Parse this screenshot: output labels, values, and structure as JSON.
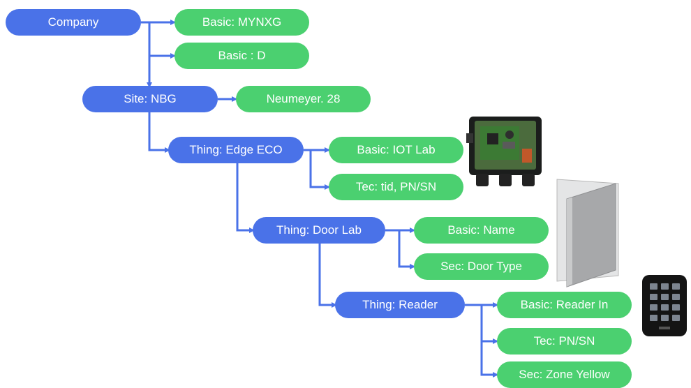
{
  "colors": {
    "entity": "#4a72e8",
    "attribute": "#4bd070",
    "connector": "#4a72e8"
  },
  "nodes": {
    "company": "Company",
    "basic_mynxg": "Basic: MYNXG",
    "basic_d": "Basic : D",
    "site": "Site: NBG",
    "site_attr": "Neumeyer. 28",
    "edge": "Thing: Edge ECO",
    "edge_basic": "Basic: IOT Lab",
    "edge_tec": "Tec: tid, PN/SN",
    "door": "Thing: Door Lab",
    "door_basic": "Basic: Name",
    "door_sec": "Sec: Door Type",
    "reader": "Thing: Reader",
    "reader_basic": "Basic: Reader In",
    "reader_tec": "Tec: PN/SN",
    "reader_sec": "Sec: Zone Yellow"
  },
  "images": [
    "edge-device-photo",
    "door-illustration",
    "keypad-reader-photo"
  ]
}
